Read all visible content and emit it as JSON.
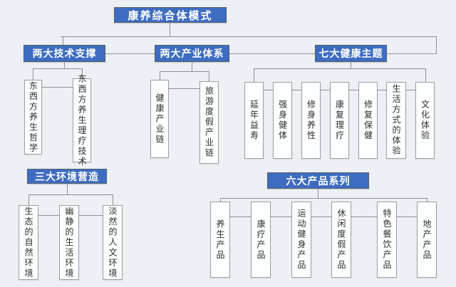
{
  "root": {
    "label": "康养综合体模式"
  },
  "sections": [
    {
      "title": "两大技术支撑",
      "children": [
        "东西方养生哲学",
        "东西方养生理疗技术"
      ]
    },
    {
      "title": "两大产业体系",
      "children": [
        "健康产业链",
        "旅游度假产业链"
      ]
    },
    {
      "title": "七大健康主题",
      "children": [
        "延年益寿",
        "强身健体",
        "修身养性",
        "康复理疗",
        "修复保健",
        "生活方式的体验",
        "文化体验"
      ]
    },
    {
      "title": "三大环境营造",
      "children": [
        "生态的自然环境",
        "幽静的生活环境",
        "淡然的人文环境"
      ]
    },
    {
      "title": "六大产品系列",
      "children": [
        "养生产品",
        "康疗产品",
        "运动健身产品",
        "休闲度假产品",
        "特色餐饮产品",
        "地产产品"
      ]
    }
  ],
  "colors": {
    "header_bg": "#3e6cc0",
    "header_text": "#ffffff",
    "leaf_bg": "#fcfdfe",
    "leaf_border": "#9aa0a8",
    "line": "#8d9095",
    "background": "#edf0f4"
  }
}
